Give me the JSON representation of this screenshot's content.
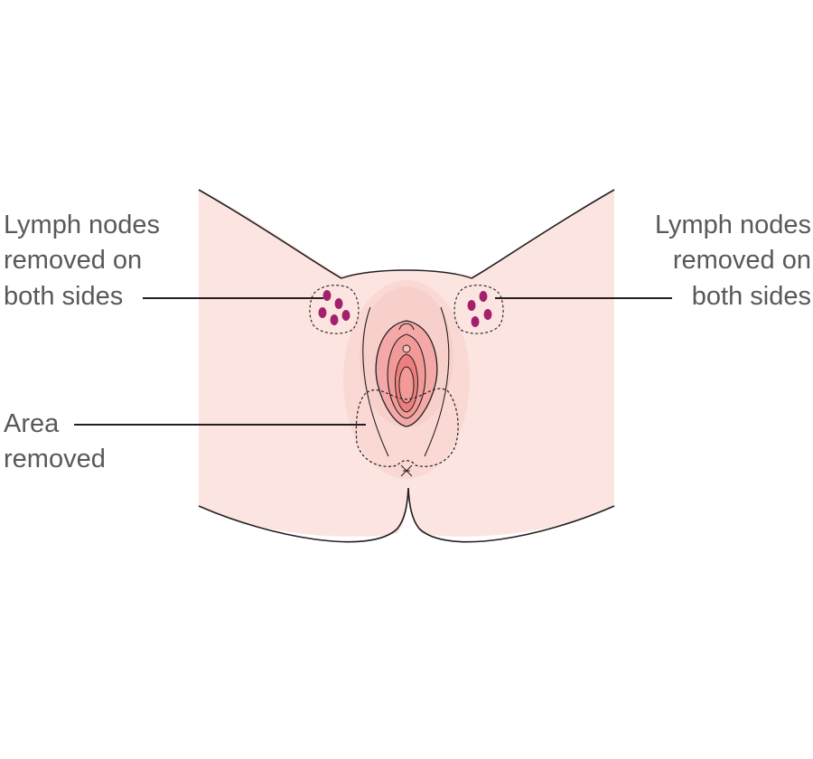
{
  "labels": {
    "left_nodes": {
      "line1": "Lymph nodes",
      "line2": "removed on",
      "line3": "both sides"
    },
    "right_nodes": {
      "line1": "Lymph nodes",
      "line2": "removed on",
      "line3": "both sides"
    },
    "area": {
      "line1": "Area",
      "line2": "removed"
    }
  },
  "colors": {
    "skin": "#fce5e1",
    "skin_shadow": "#f7d0ca",
    "outline": "#231f20",
    "text": "#58595b",
    "lymph_node": "#a3216b",
    "labia": "#f4a9a8",
    "inner": "#ec7f7e"
  },
  "icons": [
    "lymph-node-marker",
    "dashed-removal-boundary"
  ]
}
